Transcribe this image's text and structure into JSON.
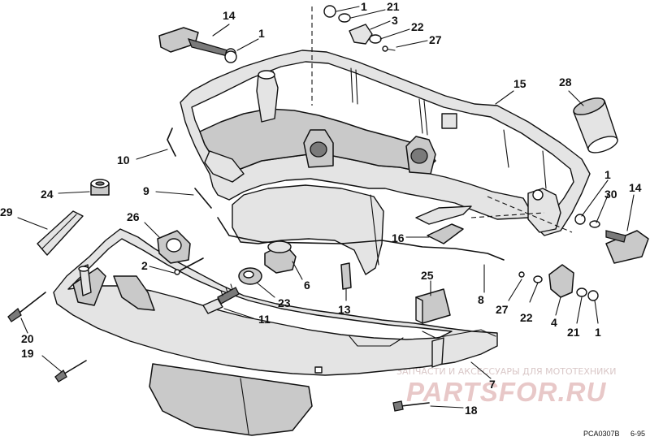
{
  "diagram": {
    "drawing_code": "PCA0307B",
    "date_code": "6-95",
    "callouts": [
      {
        "id": "c1a",
        "label": "1"
      },
      {
        "id": "c21a",
        "label": "21"
      },
      {
        "id": "c3",
        "label": "3"
      },
      {
        "id": "c22a",
        "label": "22"
      },
      {
        "id": "c27a",
        "label": "27"
      },
      {
        "id": "c14a",
        "label": "14"
      },
      {
        "id": "c1b",
        "label": "1"
      },
      {
        "id": "c15",
        "label": "15"
      },
      {
        "id": "c28",
        "label": "28"
      },
      {
        "id": "c10",
        "label": "10"
      },
      {
        "id": "c9",
        "label": "9"
      },
      {
        "id": "c24",
        "label": "24"
      },
      {
        "id": "c29",
        "label": "29"
      },
      {
        "id": "c26",
        "label": "26"
      },
      {
        "id": "c2",
        "label": "2"
      },
      {
        "id": "c6",
        "label": "6"
      },
      {
        "id": "c23",
        "label": "23"
      },
      {
        "id": "c11",
        "label": "11"
      },
      {
        "id": "c13",
        "label": "13"
      },
      {
        "id": "c16",
        "label": "16"
      },
      {
        "id": "c25",
        "label": "25"
      },
      {
        "id": "c8",
        "label": "8"
      },
      {
        "id": "c1c",
        "label": "1"
      },
      {
        "id": "c30",
        "label": "30"
      },
      {
        "id": "c14b",
        "label": "14"
      },
      {
        "id": "c27b",
        "label": "27"
      },
      {
        "id": "c22b",
        "label": "22"
      },
      {
        "id": "c4",
        "label": "4"
      },
      {
        "id": "c21b",
        "label": "21"
      },
      {
        "id": "c1d",
        "label": "1"
      },
      {
        "id": "c20",
        "label": "20"
      },
      {
        "id": "c19",
        "label": "19"
      },
      {
        "id": "c7",
        "label": "7"
      },
      {
        "id": "c18",
        "label": "18"
      }
    ]
  },
  "watermark": {
    "tagline": "ЗАПЧАСТИ И АКСЕССУАРЫ ДЛЯ МОТОТЕХНИКИ",
    "site": "PARTSFOR.RU"
  }
}
